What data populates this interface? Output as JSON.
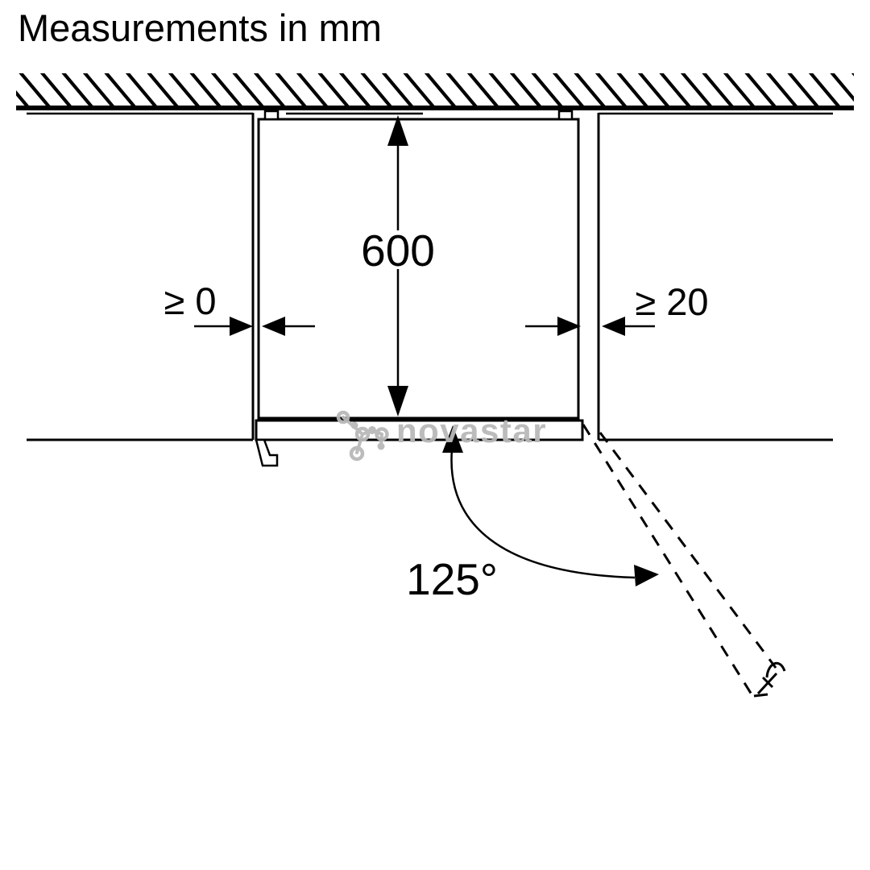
{
  "title": "Measurements in mm",
  "diagram": {
    "depth_label": "600",
    "left_clearance_label": "≥ 0",
    "right_clearance_label": "≥ 20",
    "door_angle_label": "125°",
    "watermark": "novastar",
    "colors": {
      "line": "#000000",
      "background": "#ffffff",
      "watermark": "#b9b9b9"
    }
  }
}
